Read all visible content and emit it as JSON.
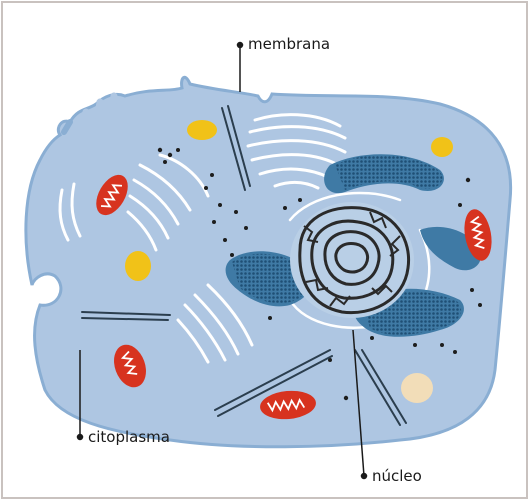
{
  "labels": {
    "membrana": "membrana",
    "citoplasma": "citoplasma",
    "nucleo": "núcleo"
  },
  "colors": {
    "cytoplasm": "#aec6e2",
    "membrane_edge": "#8aaed3",
    "mitochondria": "#d7331f",
    "vesicles": "#f1c218",
    "nucleus_chromatin": "#2a2a2a",
    "er_rough": "#3f7aa5"
  }
}
